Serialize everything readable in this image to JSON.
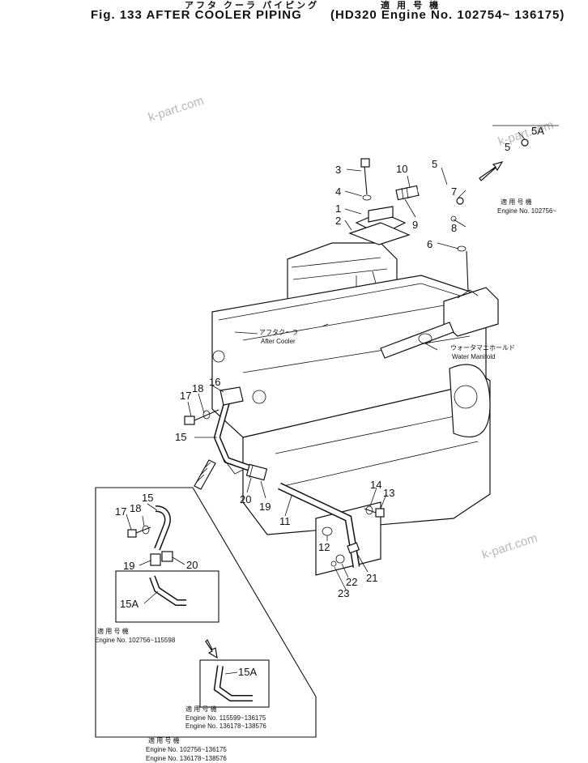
{
  "header": {
    "title_jp": "アフタ クーラ パイピング",
    "title_en": "Fig. 133  AFTER COOLER PIPING",
    "serial_jp": "適 用 号 機",
    "serial_en": "(HD320 Engine No. 102754~ 136175)"
  },
  "watermarks": [
    "k-part.com",
    "k-part.com",
    "k-part.com"
  ],
  "annotations": {
    "after_cooler_jp": "アフタクーラ",
    "after_cooler_en": "After Cooler",
    "water_manifold_jp": "ウォータマニホールド",
    "water_manifold_en": "Water Manifold"
  },
  "part_labels": {
    "p1": "1",
    "p2": "2",
    "p3": "3",
    "p4": "4",
    "p5": "5",
    "p6": "6",
    "p7": "7",
    "p8": "8",
    "p9": "9",
    "p10": "10",
    "p11": "11",
    "p12": "12",
    "p13": "13",
    "p14": "14",
    "p15": "15",
    "p16": "16",
    "p17": "17",
    "p18": "18",
    "p19": "19",
    "p20": "20",
    "p21": "21",
    "p22": "22",
    "p23": "23"
  },
  "inset_top": {
    "label_5": "5",
    "label_5a": "5A",
    "serial_jp": "適 用 号 機",
    "serial_en": "Engine No. 102756~"
  },
  "inset_bottom": {
    "label_15": "15",
    "label_17": "17",
    "label_18": "18",
    "label_19": "19",
    "label_20": "20",
    "label_15a_first": "15A",
    "serial1_jp": "適 用 号 機",
    "serial1_en": "Engine No. 102756~115598",
    "label_15a_second": "15A",
    "serial2_jp": "適 用 号 機",
    "serial2_line1": "Engine No. 115599~136175",
    "serial2_line2": "Engine No. 136178~138576",
    "serial3_jp": "適 用 号 機",
    "serial3_line1": "Engine No. 102756~136175",
    "serial3_line2": "Engine No. 136178~138576"
  }
}
